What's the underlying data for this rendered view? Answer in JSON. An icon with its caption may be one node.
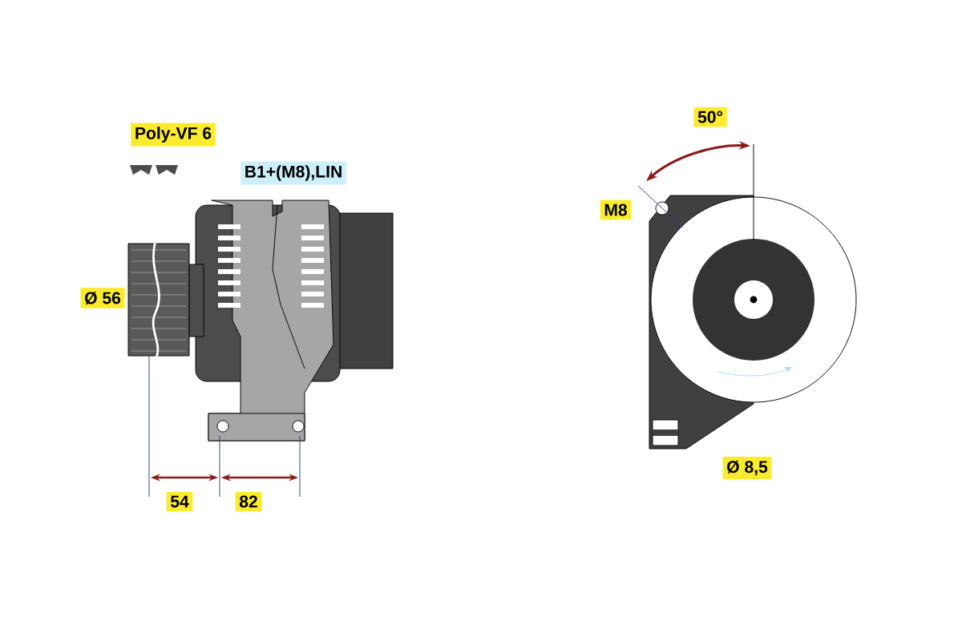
{
  "diagram": {
    "labels": [
      "Poly-VF 6",
      "B1+(M8),LIN",
      "Ø 56",
      "50°",
      "M8",
      "54",
      "82",
      "Ø 8,5"
    ]
  }
}
